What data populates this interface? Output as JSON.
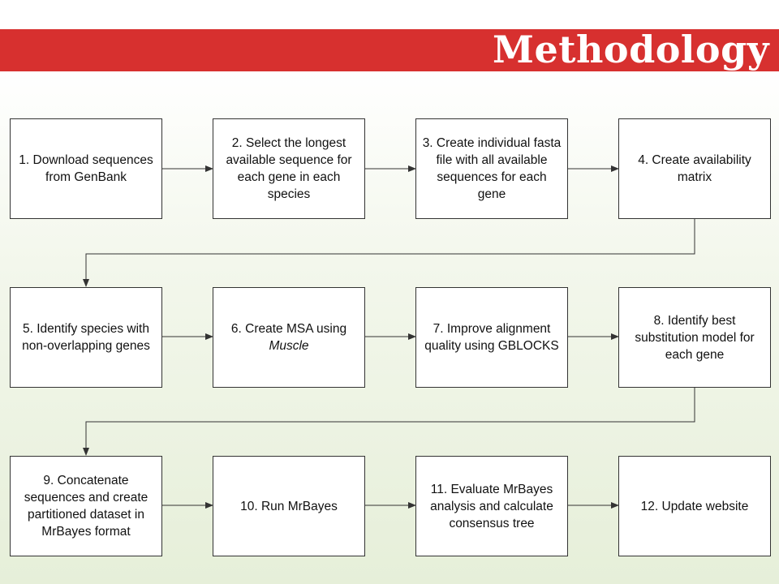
{
  "header": {
    "title": "Methodology"
  },
  "steps": [
    {
      "text": "1. Download sequences from GenBank"
    },
    {
      "text": "2. Select the longest available sequence for each gene in each species"
    },
    {
      "text": "3. Create individual fasta file with all available sequences for each gene"
    },
    {
      "text": "4. Create availability matrix"
    },
    {
      "text": "5. Identify species with non-overlapping genes"
    },
    {
      "text": "6. Create MSA using",
      "emphasis": "Muscle"
    },
    {
      "text": "7. Improve alignment quality using GBLOCKS"
    },
    {
      "text": "8. Identify best substitution model for each gene"
    },
    {
      "text": "9. Concatenate sequences and create partitioned dataset in MrBayes format"
    },
    {
      "text": "10. Run MrBayes"
    },
    {
      "text": "11. Evaluate MrBayes analysis and calculate consensus tree"
    },
    {
      "text": "12. Update website"
    }
  ],
  "colors": {
    "header_band": "#d7302f",
    "box_border": "#333333",
    "arrow": "#333333"
  }
}
